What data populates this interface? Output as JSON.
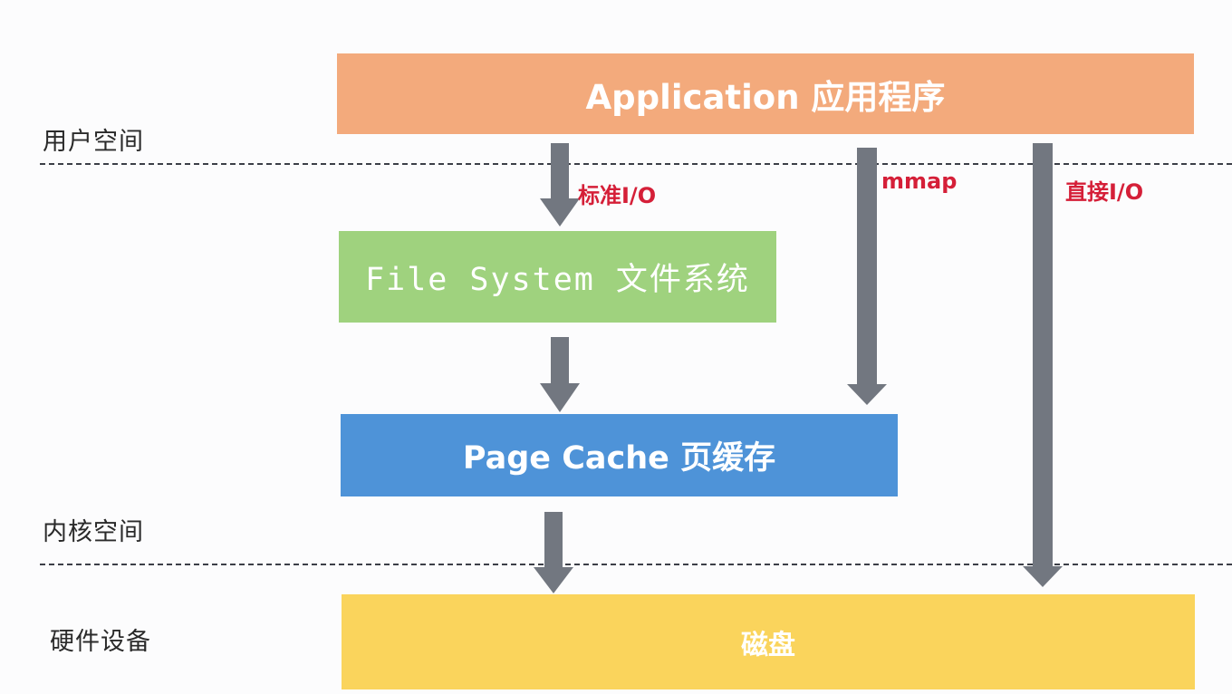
{
  "regions": {
    "user_space": "用户空间",
    "kernel_space": "内核空间",
    "hardware": "硬件设备"
  },
  "boxes": {
    "application": "Application 应用程序",
    "file_system": "File System 文件系统",
    "page_cache": "Page Cache 页缓存",
    "disk": "磁盘"
  },
  "io_paths": {
    "standard_io": "标准I/O",
    "mmap": "mmap",
    "direct_io": "直接I/O"
  },
  "colors": {
    "application": "#f3aa7c",
    "file_system": "#9fd27e",
    "page_cache": "#4e93d8",
    "disk": "#fad45c",
    "arrow": "#727780",
    "io_label": "#d51f38",
    "divider": "#3c3f47"
  }
}
